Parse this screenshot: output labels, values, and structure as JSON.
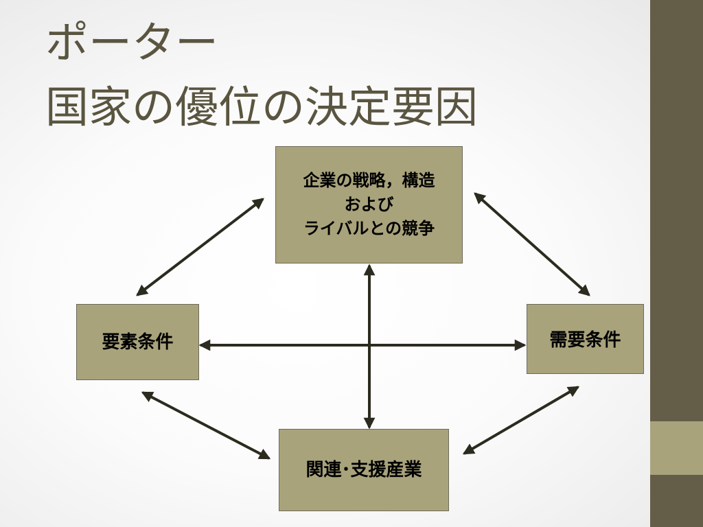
{
  "title": {
    "line1": "ポーター",
    "line2": "国家の優位の決定要因"
  },
  "nodes": {
    "top": "企業の戦略，構造\nおよび\nライバルとの競争",
    "left": "要素条件",
    "right": "需要条件",
    "bottom": "関連･支援産業"
  },
  "edges": [
    {
      "from": "top",
      "to": "left",
      "bidirectional": true
    },
    {
      "from": "top",
      "to": "right",
      "bidirectional": true
    },
    {
      "from": "top",
      "to": "bottom",
      "bidirectional": true
    },
    {
      "from": "left",
      "to": "right",
      "bidirectional": true
    },
    {
      "from": "left",
      "to": "bottom",
      "bidirectional": true
    },
    {
      "from": "right",
      "to": "bottom",
      "bidirectional": true
    }
  ],
  "colors": {
    "node_fill": "#a9a37c",
    "title_text": "#5a5540",
    "sidebar": "#645e48",
    "sidebar_accent": "#a9a37c",
    "arrow": "#2b2b1f"
  }
}
